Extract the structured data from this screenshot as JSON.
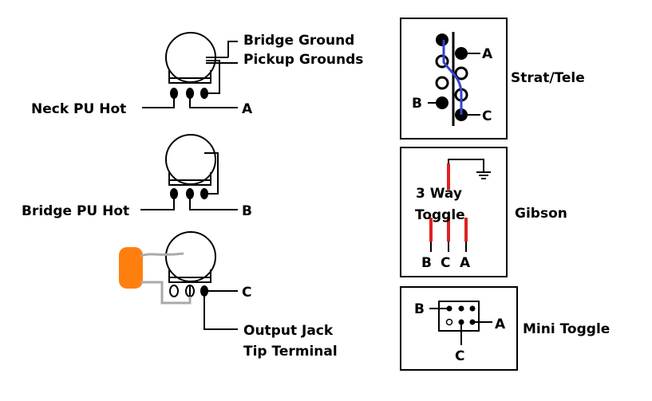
{
  "labels": {
    "bridge_ground": "Bridge Ground",
    "pickup_grounds": "Pickup Grounds",
    "neck_pu_hot": "Neck PU Hot",
    "bridge_pu_hot": "Bridge PU Hot",
    "output_jack": "Output Jack",
    "tip_terminal": "Tip Terminal",
    "term_a": "A",
    "term_b": "B",
    "term_c": "C"
  },
  "switches": {
    "strat": {
      "title": "Strat/Tele",
      "a": "A",
      "b": "B",
      "c": "C"
    },
    "gibson": {
      "title": "Gibson",
      "line1": "3 Way",
      "line2": "Toggle",
      "b": "B",
      "c": "C",
      "a": "A"
    },
    "mini": {
      "title": "Mini Toggle",
      "b": "B",
      "a": "A",
      "c": "C"
    }
  },
  "colors": {
    "wire": "#000000",
    "strat_jumper": "#3344cc",
    "gibson_lug": "#dd2222",
    "capacitor": "#ff7f0e",
    "cap_lead": "#aaaaaa"
  }
}
